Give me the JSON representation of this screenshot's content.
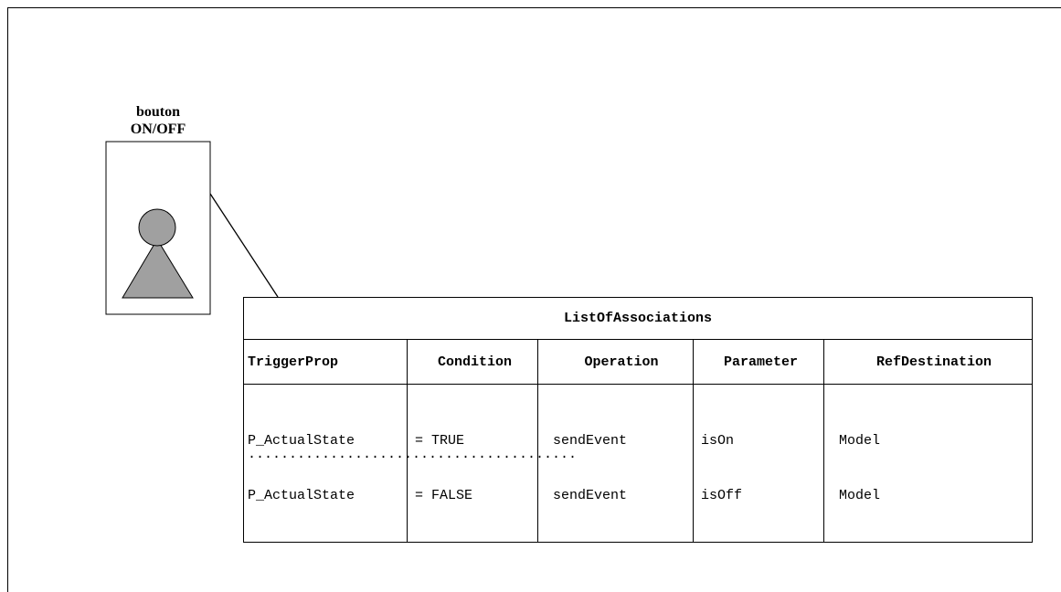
{
  "widget": {
    "title_line1": "bouton",
    "title_line2": "ON/OFF",
    "icon": "person-icon",
    "fill_color": "#a0a0a0"
  },
  "table": {
    "caption": "ListOfAssociations",
    "columns": [
      "TriggerProp",
      "Condition",
      "Operation",
      "Parameter",
      "RefDestination"
    ],
    "rows": [
      [
        "P_ActualState",
        "= TRUE",
        "sendEvent",
        "isOn",
        "Model"
      ],
      [
        "P_ActualState",
        "= FALSE",
        "sendEvent",
        "isOff",
        "Model"
      ]
    ],
    "ellipsis": "........................................"
  }
}
